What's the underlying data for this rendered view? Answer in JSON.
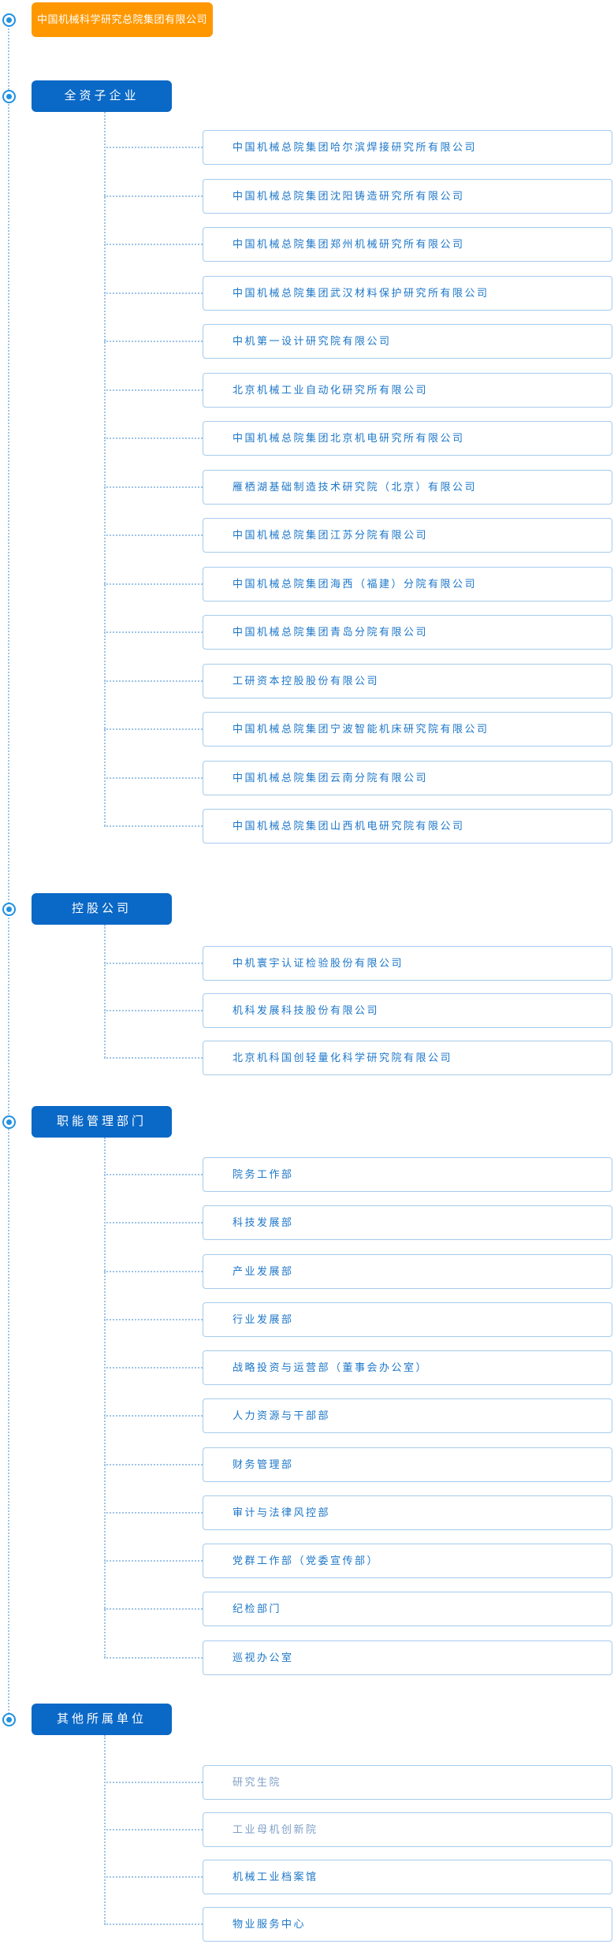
{
  "root": {
    "label": "中国机械科学研究总院集团有限公司"
  },
  "colors": {
    "root_bg": "#FF9800",
    "section_bg": "#0A68C6",
    "item_border": "#A6CBEC",
    "item_text": "#1B76C8",
    "item_text_visited": "#7F9FC9",
    "connector": "#9CC4E8",
    "bullet": "#2191E0"
  },
  "sections": [
    {
      "label": "全资子企业",
      "items": [
        {
          "label": "中国机械总院集团哈尔滨焊接研究所有限公司"
        },
        {
          "label": "中国机械总院集团沈阳铸造研究所有限公司"
        },
        {
          "label": "中国机械总院集团郑州机械研究所有限公司"
        },
        {
          "label": "中国机械总院集团武汉材料保护研究所有限公司"
        },
        {
          "label": "中机第一设计研究院有限公司"
        },
        {
          "label": "北京机械工业自动化研究所有限公司"
        },
        {
          "label": "中国机械总院集团北京机电研究所有限公司"
        },
        {
          "label": "雁栖湖基础制造技术研究院（北京）有限公司"
        },
        {
          "label": "中国机械总院集团江苏分院有限公司"
        },
        {
          "label": "中国机械总院集团海西（福建）分院有限公司"
        },
        {
          "label": "中国机械总院集团青岛分院有限公司"
        },
        {
          "label": "工研资本控股股份有限公司"
        },
        {
          "label": "中国机械总院集团宁波智能机床研究院有限公司"
        },
        {
          "label": "中国机械总院集团云南分院有限公司"
        },
        {
          "label": "中国机械总院集团山西机电研究院有限公司"
        }
      ]
    },
    {
      "label": "控股公司",
      "items": [
        {
          "label": "中机寰宇认证检验股份有限公司"
        },
        {
          "label": "机科发展科技股份有限公司"
        },
        {
          "label": "北京机科国创轻量化科学研究院有限公司"
        }
      ]
    },
    {
      "label": "职能管理部门",
      "items": [
        {
          "label": "院务工作部"
        },
        {
          "label": "科技发展部"
        },
        {
          "label": "产业发展部"
        },
        {
          "label": "行业发展部"
        },
        {
          "label": "战略投资与运营部（董事会办公室）"
        },
        {
          "label": "人力资源与干部部"
        },
        {
          "label": "财务管理部"
        },
        {
          "label": "审计与法律风控部"
        },
        {
          "label": "党群工作部（党委宣传部）"
        },
        {
          "label": "纪检部门"
        },
        {
          "label": "巡视办公室"
        }
      ]
    },
    {
      "label": "其他所属单位",
      "items": [
        {
          "label": "研究生院",
          "muted": true
        },
        {
          "label": "工业母机创新院",
          "muted": true
        },
        {
          "label": "机械工业档案馆"
        },
        {
          "label": "物业服务中心"
        }
      ]
    }
  ]
}
